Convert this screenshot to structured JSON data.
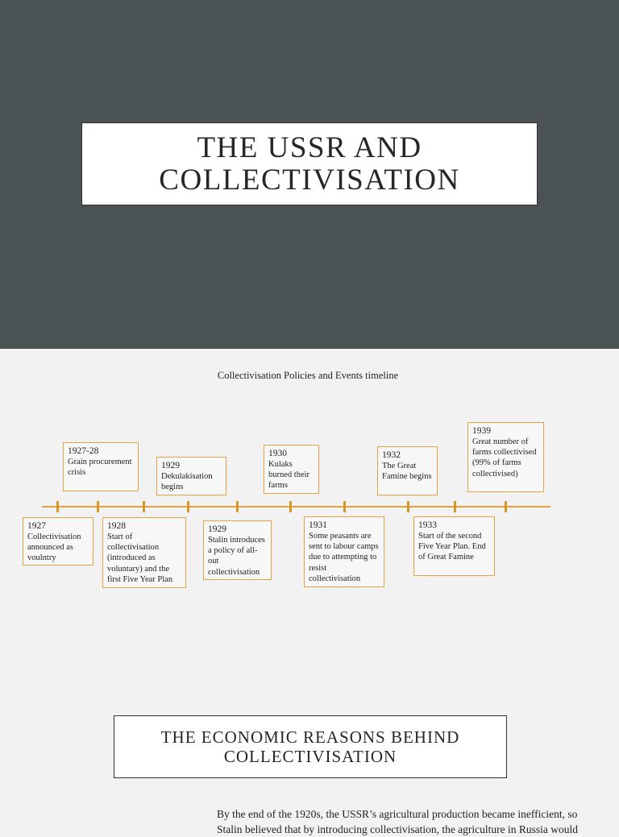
{
  "title": "THE USSR AND COLLECTIVISATION",
  "timeline": {
    "title": "Collectivisation Policies and Events timeline",
    "colors": {
      "axis": "#e0a240",
      "box_border": "#e5a33f"
    },
    "above": [
      {
        "year": "1927-28",
        "text": "Grain procurement crisis"
      },
      {
        "year": "1929",
        "text": "Dekulakisation begins"
      },
      {
        "year": "1930",
        "text": "Kulaks burned their farms"
      },
      {
        "year": "1932",
        "text": "The Great Famine begins"
      },
      {
        "year": "1939",
        "text": "Great number of farms collectivised (99% of farms collectivised)"
      }
    ],
    "below": [
      {
        "year": "1927",
        "text": "Collectivisation announced as voulntry"
      },
      {
        "year": "1928",
        "text": "Start of collectivisation (introduced as voluntary)  and the first Five Year Plan"
      },
      {
        "year": "1929",
        "text": "Stalin introduces a policy of all-out collectivisation"
      },
      {
        "year": "1931",
        "text": "Some peasants are sent to labour camps due to attempting to resist collectivisation"
      },
      {
        "year": "1933",
        "text": "Start of the second Five Year Plan. End of Great Famine"
      }
    ]
  },
  "section": {
    "heading": "THE ECONOMIC REASONS BEHIND COLLECTIVISATION",
    "lines": [
      "By the end of the 1920s, the USSR’s agricultural production became inefficient, so",
      "Stalin believed that by introducing collectivisation, the agriculture in Russia would"
    ]
  }
}
